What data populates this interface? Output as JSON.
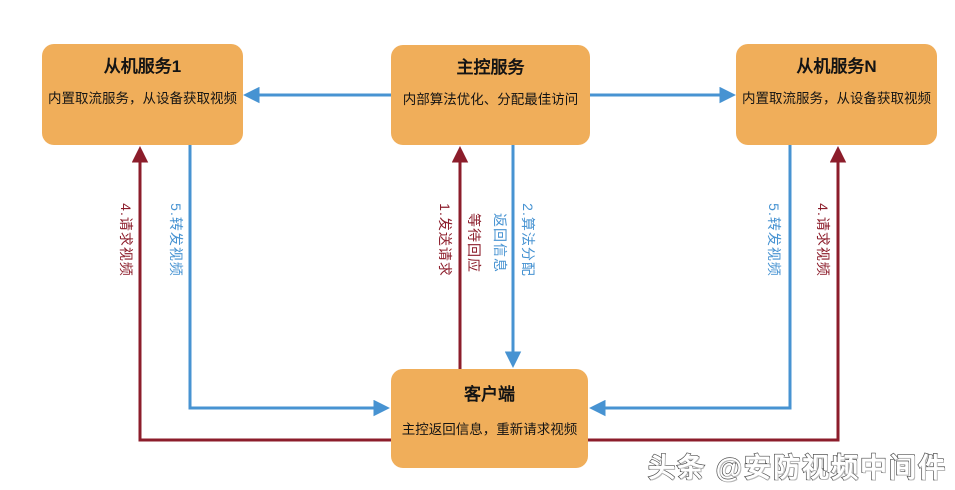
{
  "diagram": {
    "nodes": {
      "slave1": {
        "title": "从机服务1",
        "subtitle": "内置取流服务，从设备获取视频"
      },
      "master": {
        "title": "主控服务",
        "subtitle": "内部算法优化、分配最佳访问"
      },
      "slaveN": {
        "title": "从机服务N",
        "subtitle": "内置取流服务，从设备获取视频"
      },
      "client": {
        "title": "客户端",
        "subtitle": "主控返回信息，重新请求视频"
      }
    },
    "edge_labels": {
      "left_request": "4.请求视频",
      "left_forward": "5.转发视频",
      "center_send": "1.发送请求",
      "center_wait": "等待回应",
      "center_return": "返回信息",
      "center_assign": "2.算法分配",
      "right_forward": "5.转发视频",
      "right_request": "4.请求视频"
    },
    "colors": {
      "node_fill": "#F0AE5A",
      "blue": "#4793D2",
      "red": "#8C1D2B"
    }
  },
  "watermark": {
    "text": "头条 @安防视频中间件"
  }
}
